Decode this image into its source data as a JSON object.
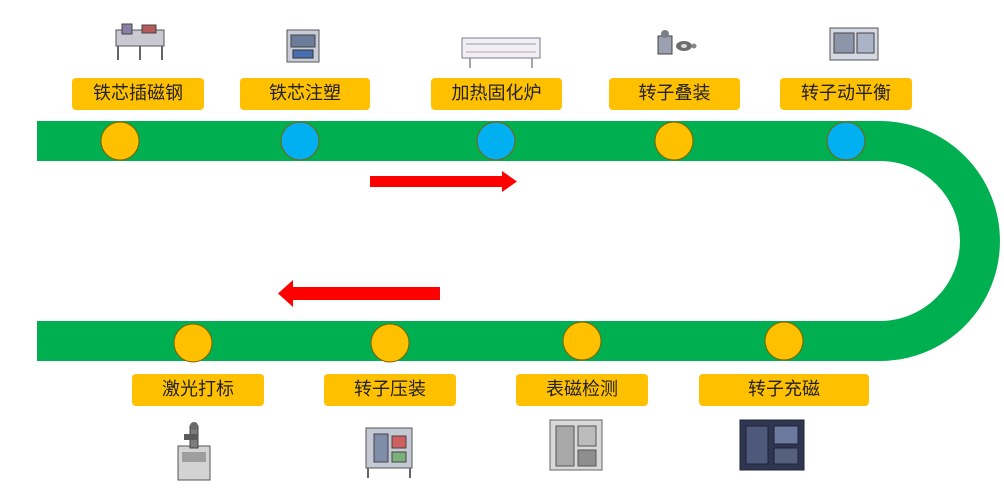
{
  "colors": {
    "track": "#00b050",
    "orange_station": "#ffc000",
    "blue_station": "#00b0f0",
    "arrow": "#ff0000",
    "label_bg": "#ffc000"
  },
  "top_stations": [
    {
      "label": "铁芯插磁钢",
      "marker": "orange",
      "icon": "magnet-insertion-machine-icon"
    },
    {
      "label": "铁芯注塑",
      "marker": "blue",
      "icon": "injection-molding-machine-icon"
    },
    {
      "label": "加热固化炉",
      "marker": "blue",
      "icon": "curing-oven-icon"
    },
    {
      "label": "转子叠装",
      "marker": "orange",
      "icon": "rotor-stacking-parts-icon"
    },
    {
      "label": "转子动平衡",
      "marker": "blue",
      "icon": "balancing-machine-icon"
    }
  ],
  "bottom_stations": [
    {
      "label": "激光打标",
      "marker": "orange",
      "icon": "laser-marking-machine-icon"
    },
    {
      "label": "转子压装",
      "marker": "orange",
      "icon": "press-fit-machine-icon"
    },
    {
      "label": "表磁检测",
      "marker": "orange",
      "icon": "magnetic-test-station-icon"
    },
    {
      "label": "转子充磁",
      "marker": "orange",
      "icon": "magnetizer-cabinet-icon"
    }
  ],
  "flow_arrows": [
    {
      "direction": "right"
    },
    {
      "direction": "left"
    }
  ]
}
